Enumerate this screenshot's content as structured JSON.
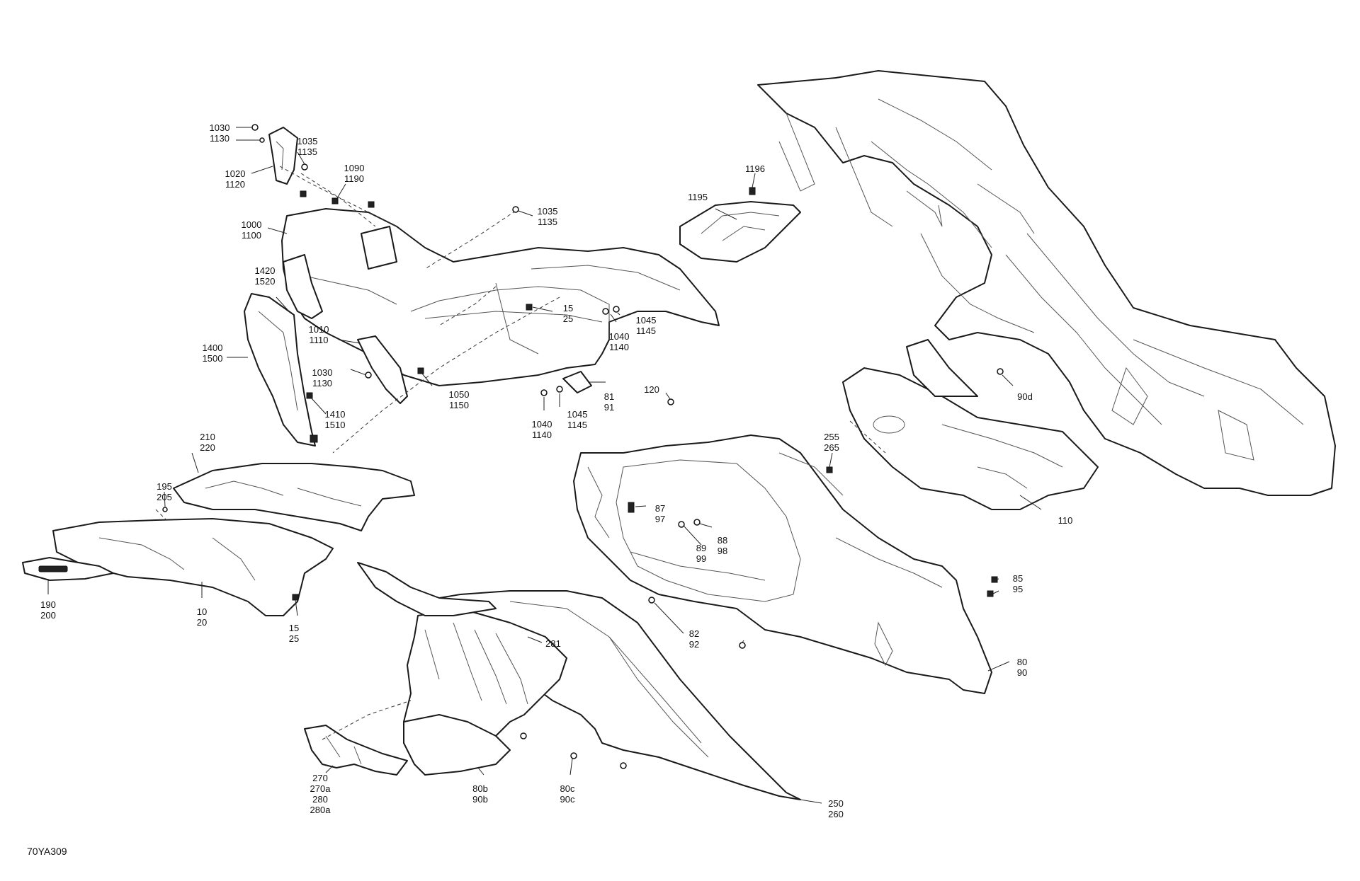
{
  "figure_code": "70YA309",
  "callouts": [
    {
      "id": "c-1030-1130-top",
      "lines": [
        "1030",
        "1130"
      ]
    },
    {
      "id": "c-1035-1135-top",
      "lines": [
        "1035",
        "1135"
      ]
    },
    {
      "id": "c-1020-1120",
      "lines": [
        "1020",
        "1120"
      ]
    },
    {
      "id": "c-1090-1190",
      "lines": [
        "1090",
        "1190"
      ]
    },
    {
      "id": "c-1000-1100",
      "lines": [
        "1000",
        "1100"
      ]
    },
    {
      "id": "c-1035-1135-mid",
      "lines": [
        "1035",
        "1135"
      ]
    },
    {
      "id": "c-1196",
      "lines": [
        "1196"
      ]
    },
    {
      "id": "c-1195",
      "lines": [
        "1195"
      ]
    },
    {
      "id": "c-1420-1520",
      "lines": [
        "1420",
        "1520"
      ]
    },
    {
      "id": "c-15-25-upper",
      "lines": [
        "15",
        "25"
      ]
    },
    {
      "id": "c-1045-1145-upper",
      "lines": [
        "1045",
        "1145"
      ]
    },
    {
      "id": "c-1040-1140-upper",
      "lines": [
        "1040",
        "1140"
      ]
    },
    {
      "id": "c-1010-1110",
      "lines": [
        "1010",
        "1110"
      ]
    },
    {
      "id": "c-1400-1500",
      "lines": [
        "1400",
        "1500"
      ]
    },
    {
      "id": "c-1030-1130-mid",
      "lines": [
        "1030",
        "1130"
      ]
    },
    {
      "id": "c-1050-1150",
      "lines": [
        "1050",
        "1150"
      ]
    },
    {
      "id": "c-81-91",
      "lines": [
        "81",
        "91"
      ]
    },
    {
      "id": "c-1045-1145-lower",
      "lines": [
        "1045",
        "1145"
      ]
    },
    {
      "id": "c-1040-1140-lower",
      "lines": [
        "1040",
        "1140"
      ]
    },
    {
      "id": "c-1410-1510",
      "lines": [
        "1410",
        "1510"
      ]
    },
    {
      "id": "c-120",
      "lines": [
        "120"
      ]
    },
    {
      "id": "c-90d",
      "lines": [
        "90d"
      ]
    },
    {
      "id": "c-255-265",
      "lines": [
        "255",
        "265"
      ]
    },
    {
      "id": "c-210-220",
      "lines": [
        "210",
        "220"
      ]
    },
    {
      "id": "c-195-205",
      "lines": [
        "195",
        "205"
      ]
    },
    {
      "id": "c-87-97",
      "lines": [
        "87",
        "97"
      ]
    },
    {
      "id": "c-88-98",
      "lines": [
        "88",
        "98"
      ]
    },
    {
      "id": "c-89-99",
      "lines": [
        "89",
        "99"
      ]
    },
    {
      "id": "c-110",
      "lines": [
        "110"
      ]
    },
    {
      "id": "c-85-95",
      "lines": [
        "85",
        "95"
      ]
    },
    {
      "id": "c-190-200",
      "lines": [
        "190",
        "200"
      ]
    },
    {
      "id": "c-10-20",
      "lines": [
        "10",
        "20"
      ]
    },
    {
      "id": "c-15-25-lower",
      "lines": [
        "15",
        "25"
      ]
    },
    {
      "id": "c-82-92",
      "lines": [
        "82",
        "92"
      ]
    },
    {
      "id": "c-281",
      "lines": [
        "281"
      ]
    },
    {
      "id": "c-80-90",
      "lines": [
        "80",
        "90"
      ]
    },
    {
      "id": "c-270-280a",
      "lines": [
        "270",
        "270a",
        "280",
        "280a"
      ]
    },
    {
      "id": "c-80b-90b",
      "lines": [
        "80b",
        "90b"
      ]
    },
    {
      "id": "c-80c-90c",
      "lines": [
        "80c",
        "90c"
      ]
    },
    {
      "id": "c-250-260",
      "lines": [
        "250",
        "260"
      ]
    }
  ]
}
